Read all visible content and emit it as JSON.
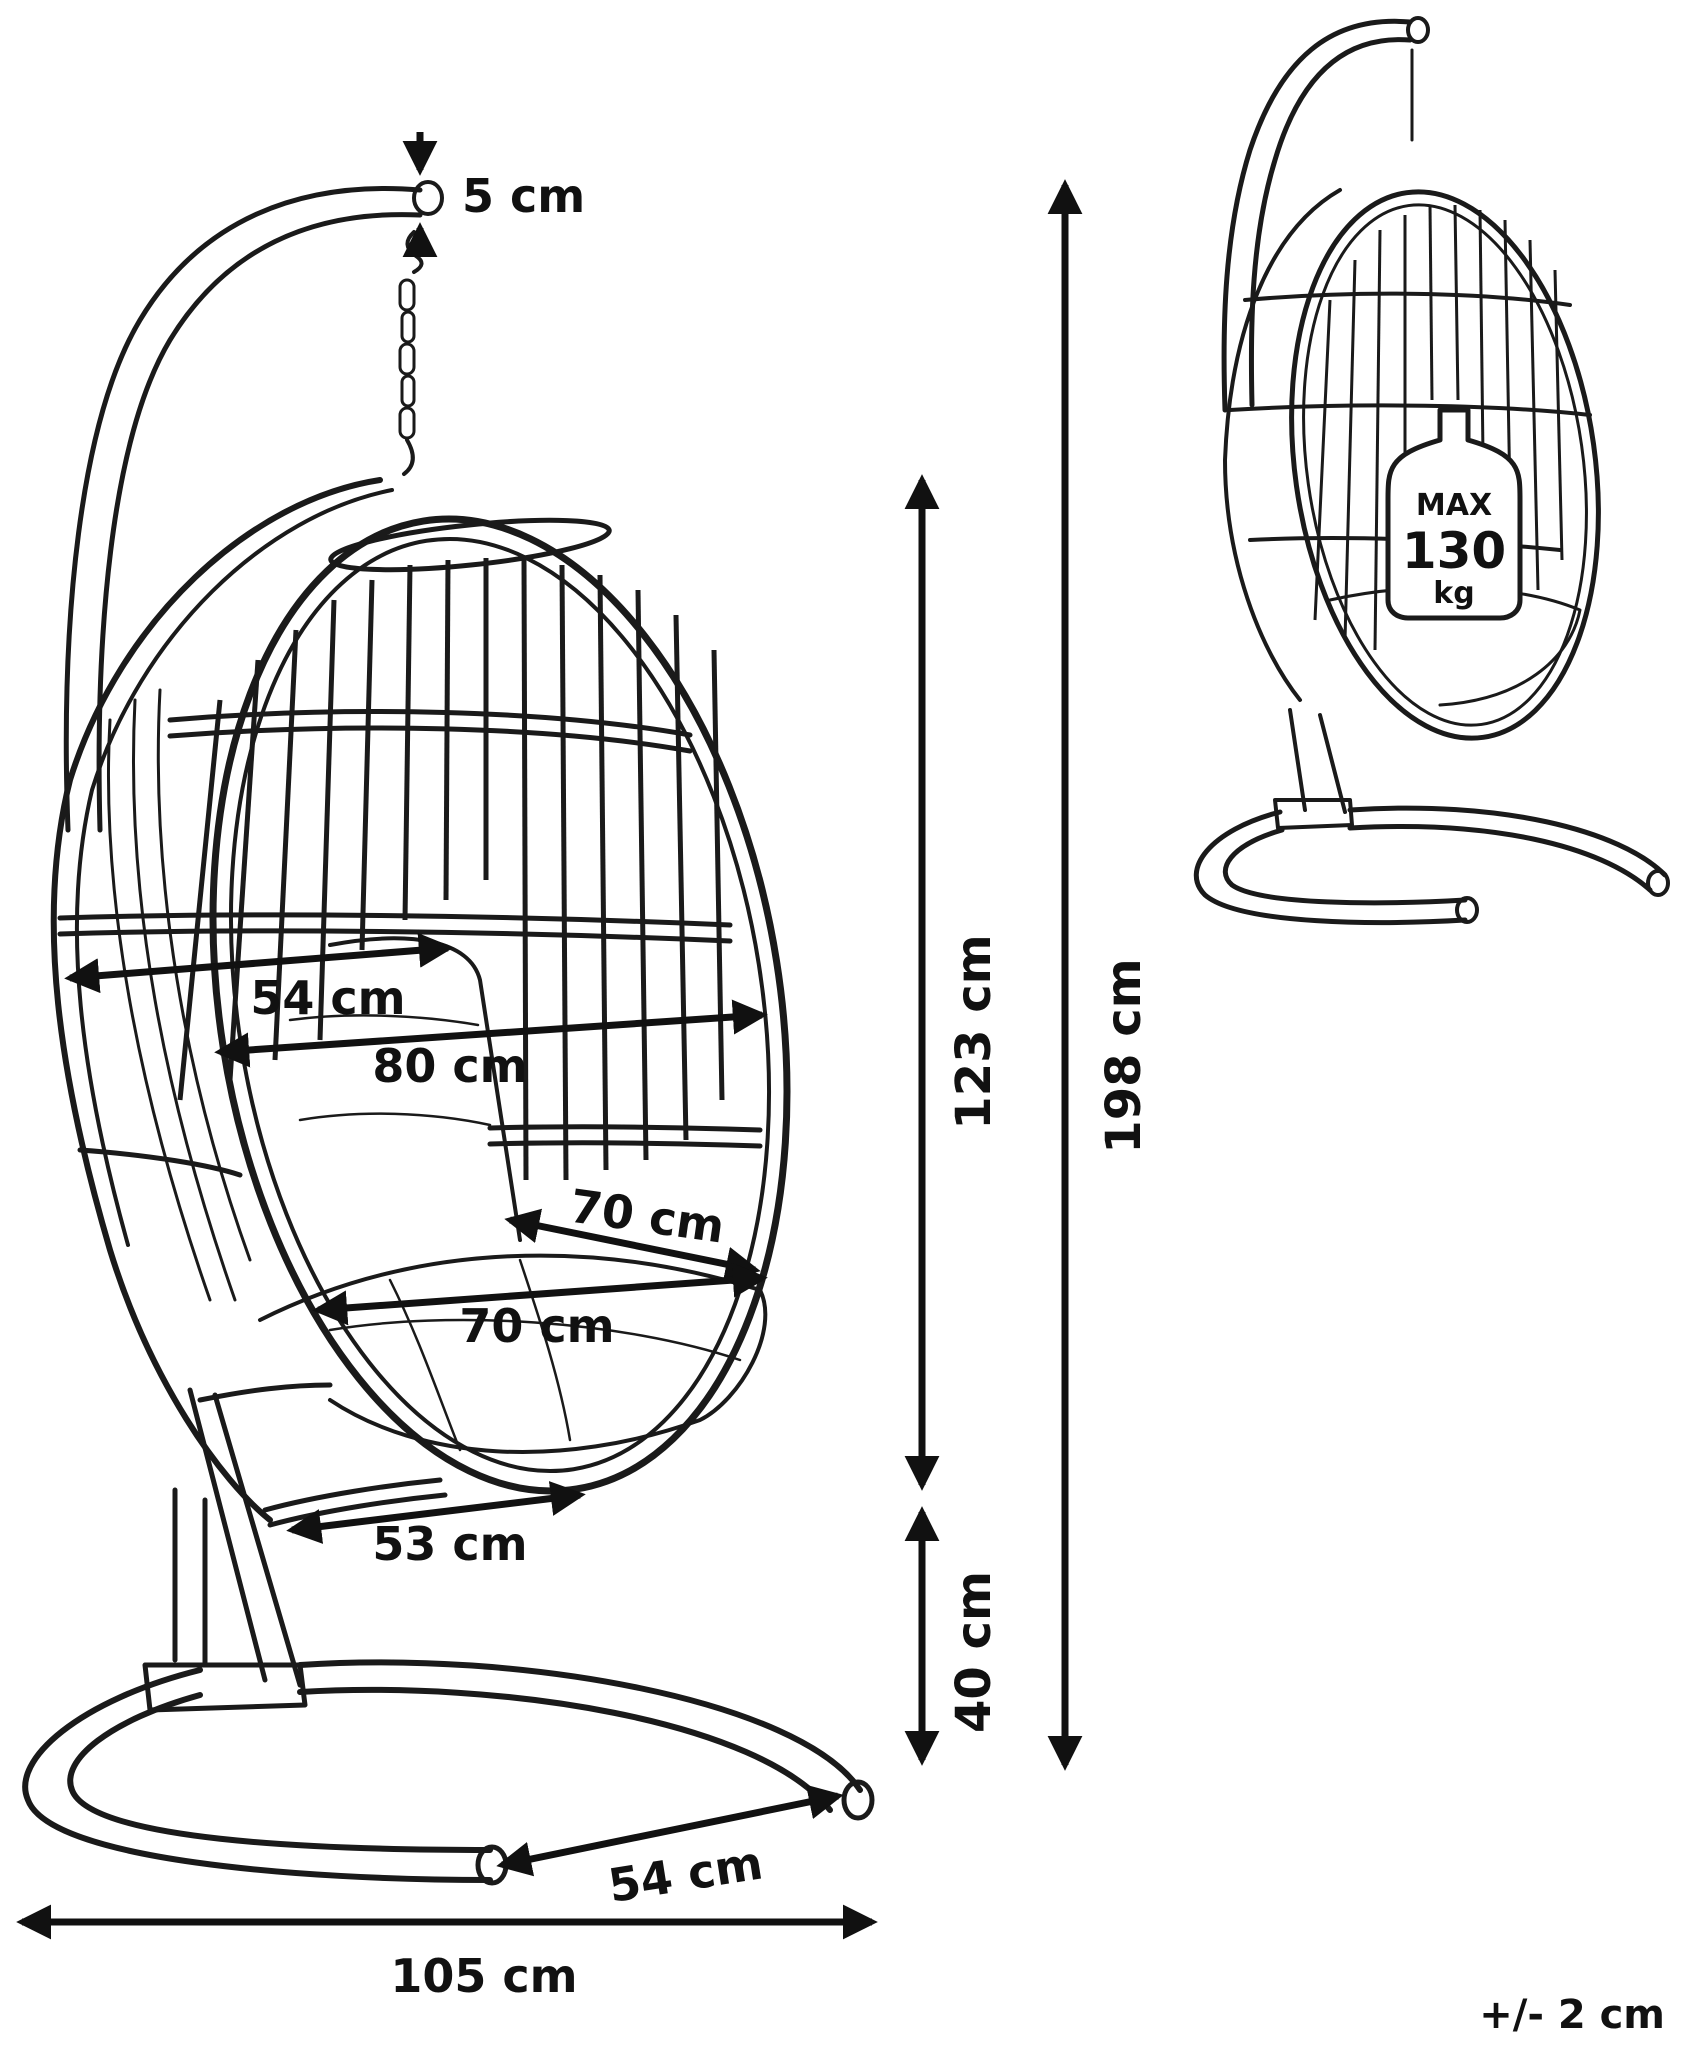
{
  "dimensions": {
    "top_tube": "5 cm",
    "total_height": "198 cm",
    "basket_height": "123 cm",
    "ground_clearance": "40 cm",
    "basket_depth": "54 cm",
    "basket_width": "80 cm",
    "seat_depth": "70 cm",
    "seat_width": "70 cm",
    "basket_base": "53 cm",
    "base_foot": "54 cm",
    "total_width": "105 cm",
    "tolerance": "+/- 2 cm"
  },
  "weight_badge": {
    "max": "MAX",
    "value": "130",
    "unit": "kg"
  },
  "colors": {
    "line": "#1a1a1a",
    "background": "#ffffff"
  }
}
